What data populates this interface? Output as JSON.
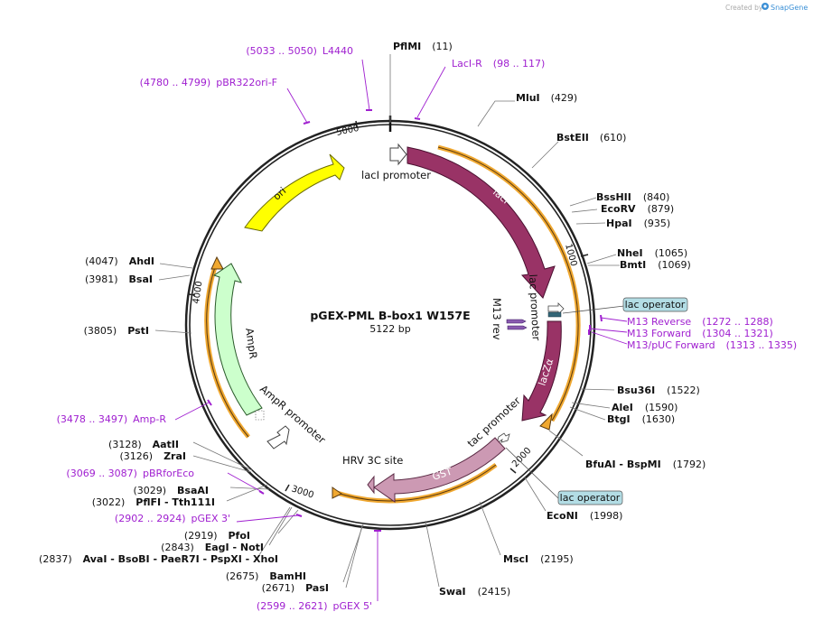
{
  "watermark": {
    "created_by": "Created by",
    "brand": "SnapGene"
  },
  "plasmid": {
    "name": "pGEX-PML B-box1 W157E",
    "size": "5122 bp"
  },
  "scale_ticks": [
    "1000",
    "2000",
    "3000",
    "4000",
    "5000"
  ],
  "features": {
    "ori": "ori",
    "lacI": "lacI",
    "lacI_promoter": "lacI promoter",
    "lac_promoter": "lac promoter",
    "lacZa": "lacZα",
    "M13_rev": "M13 rev",
    "tac_promoter": "tac promoter",
    "GST": "GST",
    "HRV_3C": "HRV 3C site",
    "AmpR": "AmpR",
    "AmpR_promoter": "AmpR promoter",
    "lac_operator": "lac operator"
  },
  "enzymes": [
    {
      "name": "PflMI",
      "pos": "(11)"
    },
    {
      "name": "MluI",
      "pos": "(429)"
    },
    {
      "name": "BstEII",
      "pos": "(610)"
    },
    {
      "name": "BssHII",
      "pos": "(840)"
    },
    {
      "name": "EcoRV",
      "pos": "(879)"
    },
    {
      "name": "HpaI",
      "pos": "(935)"
    },
    {
      "name": "NheI",
      "pos": "(1065)"
    },
    {
      "name": "BmtI",
      "pos": "(1069)"
    },
    {
      "name": "Bsu36I",
      "pos": "(1522)"
    },
    {
      "name": "AleI",
      "pos": "(1590)"
    },
    {
      "name": "BtgI",
      "pos": "(1630)"
    },
    {
      "name": "BfuAI - BspMI",
      "pos": "(1792)"
    },
    {
      "name": "EcoNI",
      "pos": "(1998)"
    },
    {
      "name": "MscI",
      "pos": "(2195)"
    },
    {
      "name": "SwaI",
      "pos": "(2415)"
    },
    {
      "name": "PasI",
      "pos": "(2671)"
    },
    {
      "name": "BamHI",
      "pos": "(2675)"
    },
    {
      "name": "AvaI - BsoBI - PaeR7I - PspXI - XhoI",
      "pos": "(2837)"
    },
    {
      "name": "EagI - NotI",
      "pos": "(2843)"
    },
    {
      "name": "PfoI",
      "pos": "(2919)"
    },
    {
      "name": "PflFI - Tth111I",
      "pos": "(3022)"
    },
    {
      "name": "BsaAI",
      "pos": "(3029)"
    },
    {
      "name": "ZraI",
      "pos": "(3126)"
    },
    {
      "name": "AatII",
      "pos": "(3128)"
    },
    {
      "name": "PstI",
      "pos": "(3805)"
    },
    {
      "name": "BsaI",
      "pos": "(3981)"
    },
    {
      "name": "AhdI",
      "pos": "(4047)"
    }
  ],
  "primers": [
    {
      "range": "(5033 .. 5050)",
      "name": "L4440"
    },
    {
      "range": "(4780 .. 4799)",
      "name": "pBR322ori-F"
    },
    {
      "range": "(98 .. 117)",
      "name": "LacI-R"
    },
    {
      "range": "(1272 .. 1288)",
      "name": "M13 Reverse"
    },
    {
      "range": "(1304 .. 1321)",
      "name": "M13 Forward"
    },
    {
      "range": "(1313 .. 1335)",
      "name": "M13/pUC Forward"
    },
    {
      "range": "(3478 .. 3497)",
      "name": "Amp-R"
    },
    {
      "range": "(3069 .. 3087)",
      "name": "pBRforEco"
    },
    {
      "range": "(2902 .. 2924)",
      "name": "pGEX 3'"
    },
    {
      "range": "(2599 .. 2621)",
      "name": "pGEX 5'"
    }
  ],
  "colors": {
    "ori": "#ffff00",
    "lacI": "#993366",
    "lacZa": "#993366",
    "GST": "#cc99b3",
    "HRV": "#cc99b3",
    "AmpR": "#ccffcc",
    "primer": "#a020d0",
    "orange_arc": "#f0a830",
    "operator_box": "#b3dde5"
  }
}
